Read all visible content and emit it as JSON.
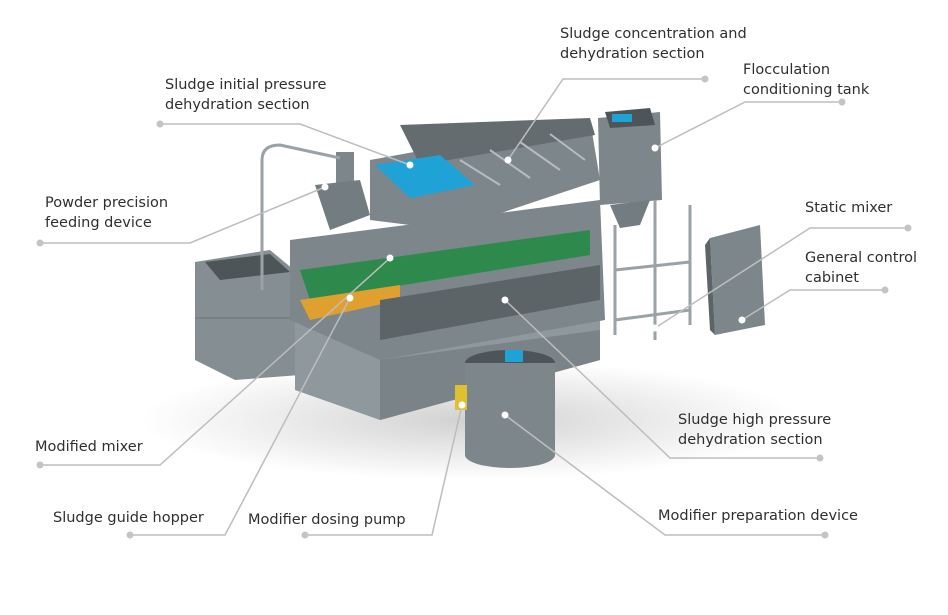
{
  "labels": {
    "sludge_concentration": [
      "Sludge concentration and",
      "dehydration section"
    ],
    "flocculation_tank": [
      "Flocculation",
      "conditioning tank"
    ],
    "initial_pressure": [
      "Sludge initial pressure",
      "dehydration section"
    ],
    "powder_feeding": [
      "Powder precision",
      "feeding device"
    ],
    "static_mixer": [
      "Static mixer"
    ],
    "control_cabinet": [
      "General control",
      "cabinet"
    ],
    "modified_mixer": [
      "Modified mixer"
    ],
    "guide_hopper": [
      "Sludge guide hopper"
    ],
    "dosing_pump": [
      "Modifier dosing pump"
    ],
    "high_pressure": [
      "Sludge high pressure",
      "dehydration section"
    ],
    "preparation_device": [
      "Modifier preparation device"
    ]
  },
  "colors": {
    "machine": "#7d868b",
    "machine_dark": "#5c6468",
    "belt_blue": "#1fa3d6",
    "belt_green": "#2e8a4c",
    "belt_orange": "#e0a030",
    "leader": "#bdbdbd",
    "base": "#8e989c"
  }
}
